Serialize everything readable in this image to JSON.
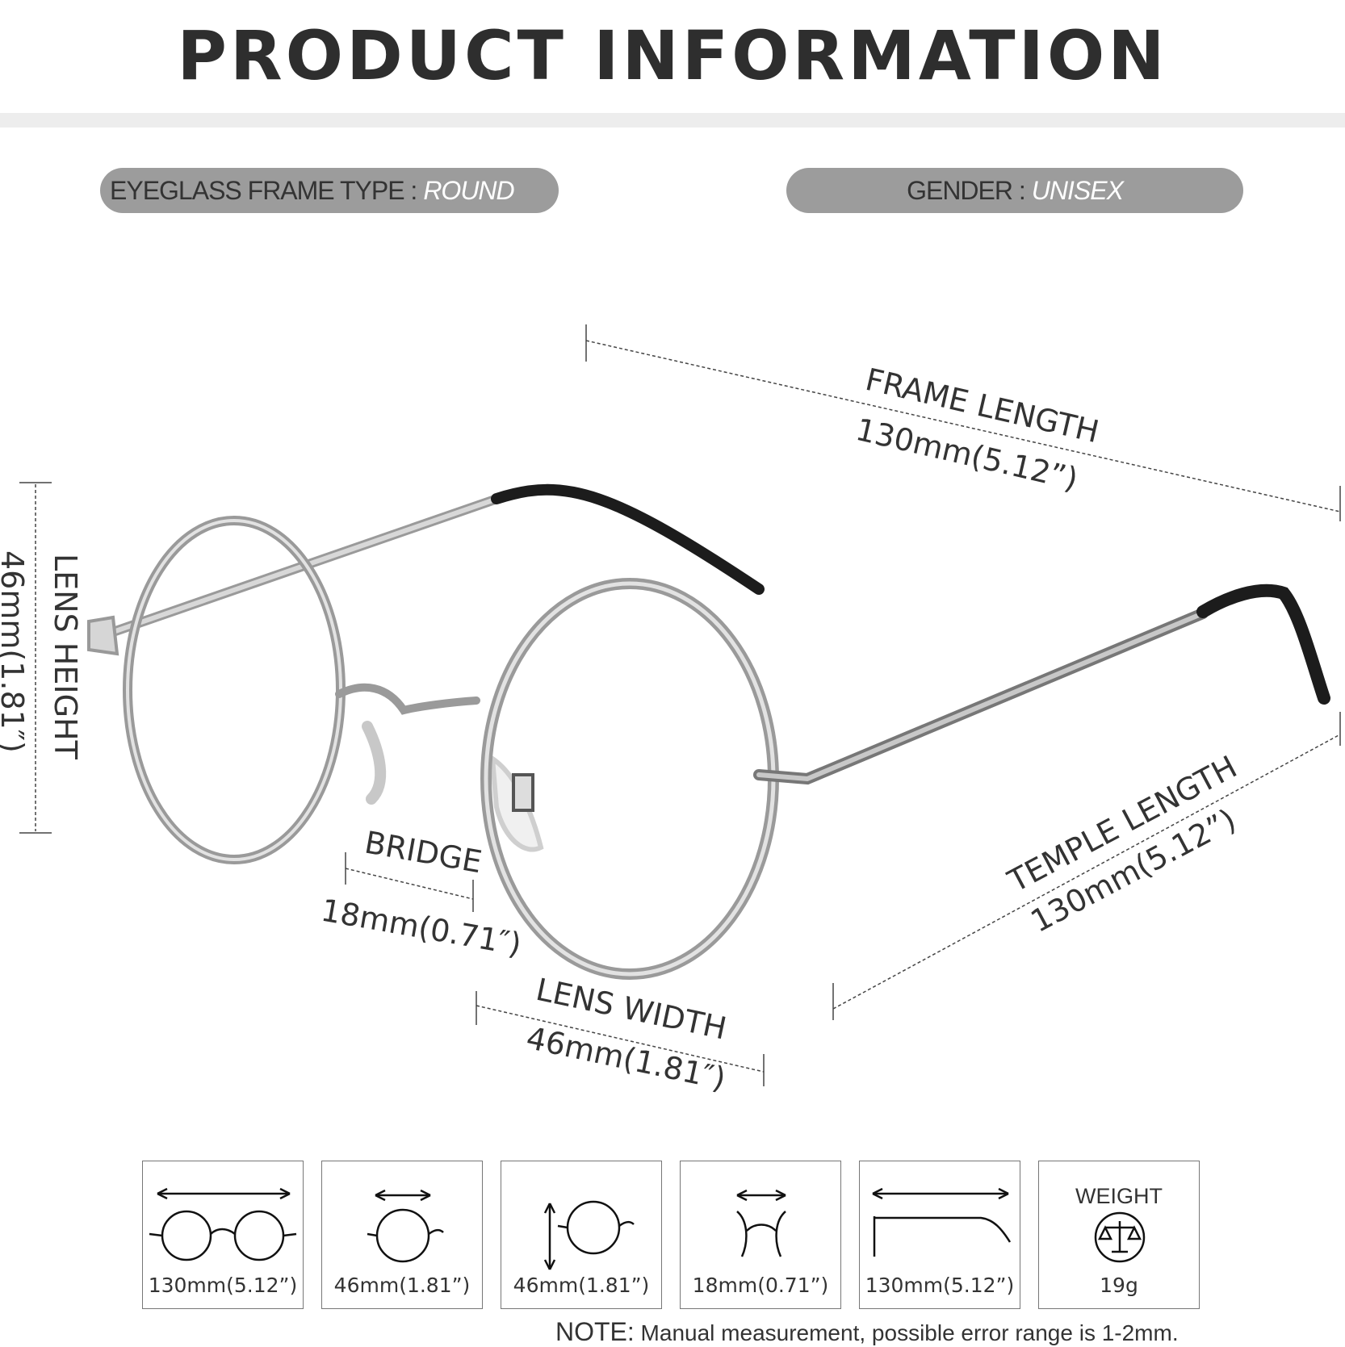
{
  "title": "PRODUCT INFORMATION",
  "frame_type": {
    "label": "EYEGLASS FRAME TYPE : ",
    "value": "ROUND"
  },
  "gender": {
    "label": "GENDER : ",
    "value": "UNISEX"
  },
  "dimensions": {
    "frame_length": {
      "label": "FRAME LENGTH",
      "value": "130mm(5.12”)"
    },
    "temple_length": {
      "label": "TEMPLE LENGTH",
      "value": "130mm(5.12”)"
    },
    "lens_height": {
      "label": "LENS HEIGHT",
      "value": "46mm(1.81″)"
    },
    "bridge": {
      "label": "BRIDGE",
      "value": "18mm(0.71″)"
    },
    "lens_width": {
      "label": "LENS WIDTH",
      "value": "46mm(1.81″)"
    }
  },
  "spec_boxes": [
    {
      "icon": "frame-length-icon",
      "value": "130mm(5.12”)"
    },
    {
      "icon": "lens-width-icon",
      "value": "46mm(1.81”)"
    },
    {
      "icon": "lens-height-icon",
      "value": "46mm(1.81”)"
    },
    {
      "icon": "bridge-icon",
      "value": "18mm(0.71”)"
    },
    {
      "icon": "temple-length-icon",
      "value": "130mm(5.12”)"
    },
    {
      "icon": "scale-icon",
      "label": "WEIGHT",
      "value": "19g"
    }
  ],
  "note": {
    "lead": "NOTE:",
    "text": " Manual measurement, possible error range is 1-2mm."
  },
  "colors": {
    "pill": "#9c9c9c",
    "frame": "#a8a8a8",
    "text": "#333333"
  }
}
